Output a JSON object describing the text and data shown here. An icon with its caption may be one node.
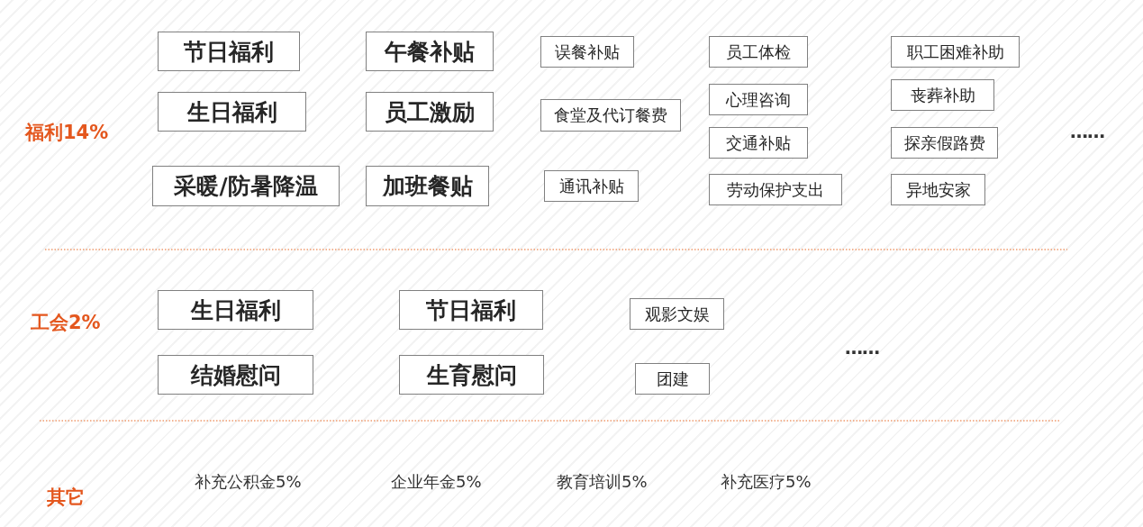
{
  "diagram": {
    "nodes": [
      {
        "text": [
          "节日福利"
        ]
      },
      {
        "text": [
          "午餐补贴"
        ]
      },
      {
        "text": [
          "误餐补贴"
        ]
      },
      {
        "text": [
          "员工体检"
        ]
      },
      {
        "text": [
          "职工困难补助"
        ]
      },
      {
        "text": [
          "生日福利"
        ]
      },
      {
        "text": [
          "员工激励"
        ]
      },
      {
        "text": [
          "食堂及代订餐费"
        ]
      },
      {
        "text": [
          "心理咨询"
        ]
      },
      {
        "text": [
          "丧葬补助"
        ]
      },
      {
        "text": [
          "交通补贴"
        ]
      },
      {
        "text": [
          "探亲假路费"
        ]
      },
      {
        "text": [
          "采暖/防暑降温"
        ]
      },
      {
        "text": [
          "加班餐贴"
        ]
      },
      {
        "text": [
          "通讯补贴"
        ]
      },
      {
        "text": [
          "劳动保护支出"
        ]
      },
      {
        "text": [
          "异地安家"
        ]
      },
      {
        "text": [
          "生日福利"
        ]
      },
      {
        "text": [
          "节日福利"
        ]
      },
      {
        "text": [
          "观影文娱"
        ]
      },
      {
        "text": [
          "结婚慰问"
        ]
      },
      {
        "text": [
          "生育慰问"
        ]
      },
      {
        "text": [
          "团建"
        ]
      }
    ],
    "labels": [
      "福利14%",
      "……",
      "工会2%",
      "……",
      "其它",
      "补充公积金5%",
      "企业年金5%",
      "教育培训5%",
      "补充医疗5%"
    ]
  }
}
